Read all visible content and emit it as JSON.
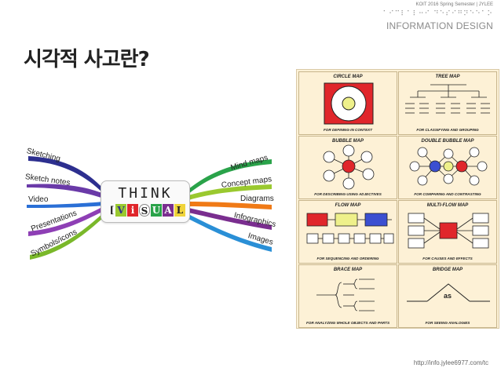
{
  "header": {
    "course": "KOIT 2016 Spring Semester | JYLEE",
    "braille": "⠁⠊⠉⠇⠁⠇⠒⠊ ⠙⠑⠎⠊⠛⠝⠑⠑⠁⠕",
    "brand": "INFORMATION DESIGN"
  },
  "slide": {
    "title": "시각적 사고란?"
  },
  "mindmap": {
    "center_word": "THINK",
    "visual_letters": [
      "[",
      "V",
      "i",
      "S",
      "U",
      "A",
      "L"
    ],
    "left_branches": [
      "Sketching",
      "Sketch notes",
      "Video",
      "Presentations",
      "Symbols/icons"
    ],
    "right_branches": [
      "Mind maps",
      "Concept maps",
      "Diagrams",
      "Infographics",
      "Images"
    ],
    "colors": {
      "sketching": "#2d2f8f",
      "sketch_notes": "#6a3aa8",
      "video": "#2a6fd6",
      "presentations": "#8e3fb5",
      "symbols": "#7ab82a",
      "mind_maps": "#2aa34a",
      "concept_maps": "#9ac92f",
      "diagrams": "#f07a16",
      "infographics": "#7a2e8f",
      "images": "#2a8fd6"
    }
  },
  "thinking_maps": {
    "cells": [
      {
        "title": "CIRCLE MAP",
        "subtitle": "FOR DEFINING IN CONTEXT"
      },
      {
        "title": "TREE MAP",
        "subtitle": "FOR CLASSIFYING AND GROUPING"
      },
      {
        "title": "BUBBLE MAP",
        "subtitle": "FOR DESCRIBING USING ADJECTIVES"
      },
      {
        "title": "DOUBLE BUBBLE MAP",
        "subtitle": "FOR COMPARING AND CONTRASTING"
      },
      {
        "title": "FLOW MAP",
        "subtitle": "FOR SEQUENCING AND ORDERING"
      },
      {
        "title": "MULTI-FLOW MAP",
        "subtitle": "FOR CAUSES AND EFFECTS"
      },
      {
        "title": "BRACE MAP",
        "subtitle": "FOR ANALYZING WHOLE OBJECTS AND PARTS"
      },
      {
        "title": "BRIDGE MAP",
        "subtitle": "FOR SEEING ANALOGIES"
      }
    ],
    "bridge_word": "as",
    "colors": {
      "red": "#e0262b",
      "yellow": "#eef08a",
      "blue": "#3b4fd1",
      "bg": "#fdf1d6"
    }
  },
  "footer": {
    "credit": "http://info.jylee6977.com/tc"
  }
}
